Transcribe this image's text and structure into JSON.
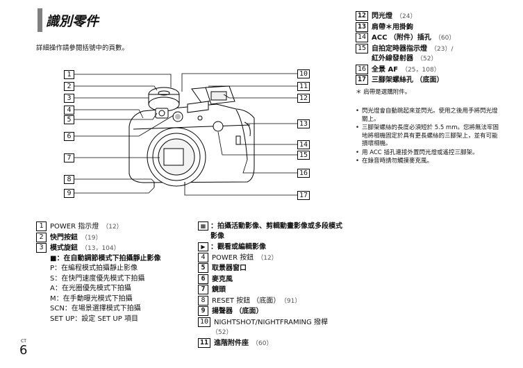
{
  "header": {
    "title": "識別零件",
    "intro": "詳細操作請參閱括號中的頁數。"
  },
  "left_list": {
    "items": [
      {
        "num": "1",
        "label": "POWER 指示燈",
        "ref": "（12）"
      },
      {
        "num": "2",
        "label": "快門按鈕",
        "ref": "（19）"
      },
      {
        "num": "3",
        "label": "模式旋鈕",
        "ref": "（13，104）"
      }
    ],
    "mode_auto": "：在自動調節模式下拍攝靜止影像",
    "modes": [
      "P：在編程模式拍攝靜止影像",
      "S：在快門速度優先模式下拍攝",
      "A：在光圈優先模式下拍攝",
      "M：在手動曝光模式下拍攝",
      "SCN：在場景選擇模式下拍攝",
      "SET UP：設定 SET UP 項目"
    ]
  },
  "mid_list": {
    "movie_mode": "：拍攝活動影像、剪輯動畫影像或多段模式影像",
    "play_mode": "：觀看或編輯影像",
    "items": [
      {
        "num": "4",
        "label": "POWER 按鈕",
        "ref": "（12）"
      },
      {
        "num": "5",
        "label": "取景器窗口",
        "ref": ""
      },
      {
        "num": "6",
        "label": "麥克風",
        "ref": ""
      },
      {
        "num": "7",
        "label": "鏡頭",
        "ref": ""
      },
      {
        "num": "8",
        "label": "RESET 按鈕 （底面）",
        "ref": "（91）"
      },
      {
        "num": "9",
        "label": "揚聲器 （底面）",
        "ref": ""
      },
      {
        "num": "10",
        "label": "NIGHTSHOT/NIGHTFRAMING 撥桿",
        "ref": ""
      }
    ],
    "item10_ref": "（52）",
    "item11": {
      "num": "11",
      "label": "進階附件座",
      "ref": "（60）"
    }
  },
  "right_list": {
    "items": [
      {
        "num": "12",
        "label": "閃光燈",
        "ref": "（24）"
      },
      {
        "num": "13",
        "label": "肩帶＊用掛鉤",
        "ref": ""
      },
      {
        "num": "14",
        "label": "ACC （附件）插孔",
        "ref": "（60）"
      },
      {
        "num": "15",
        "label": "自拍定時器指示燈",
        "ref": "（23）/"
      }
    ],
    "item15_line2": "紅外線發射器",
    "item15_ref2": "（52）",
    "items2": [
      {
        "num": "16",
        "label": "全景 AF",
        "ref": "（25，108）"
      },
      {
        "num": "17",
        "label": "三腳架螺絲孔 （底面）",
        "ref": ""
      }
    ],
    "footnote": "＊  肩帶是選購附件。"
  },
  "notes": [
    "閃光燈會自動跳起來並閃光。使用之後用手將閃光燈關上。",
    "三腳架螺絲的長度必須短於 5.5 mm。您將無法牢固地將相機固定於具有更長螺絲的三腳架上，並有可能損壞相機。",
    "用 ACC 插孔連接外置閃光燈或遙控三腳架。",
    "在錄音時請勿觸摸麥克風。"
  ],
  "callouts_left": [
    "1",
    "2",
    "3",
    "4",
    "5",
    "6",
    "7",
    "8",
    "9"
  ],
  "callouts_right": [
    "10",
    "11",
    "12",
    "13",
    "14",
    "15",
    "16",
    "17"
  ],
  "footer": {
    "ct": "CT",
    "page": "6"
  }
}
